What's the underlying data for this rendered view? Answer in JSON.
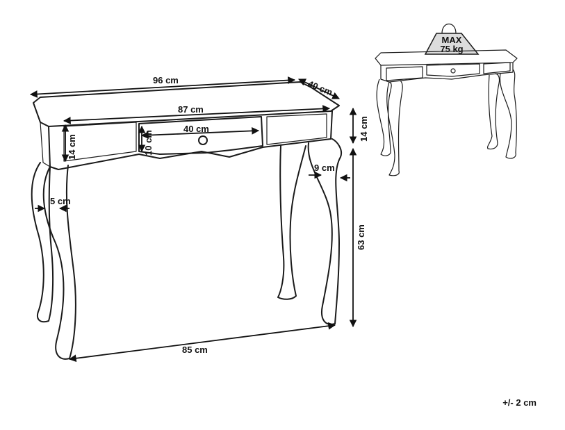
{
  "dimensions": {
    "width_total": "96 cm",
    "depth": "40 cm",
    "top_inner_width": "87 cm",
    "drawer_width": "40 cm",
    "drawer_height": "10 cm",
    "apron_height_left": "14 cm",
    "apron_height_right": "14 cm",
    "leg_width": "5 cm",
    "leg_offset": "9 cm",
    "leg_height": "63 cm",
    "leg_span": "85 cm"
  },
  "weight_badge": {
    "line1": "MAX",
    "line2": "75 kg"
  },
  "tolerance": "+/- 2 cm"
}
